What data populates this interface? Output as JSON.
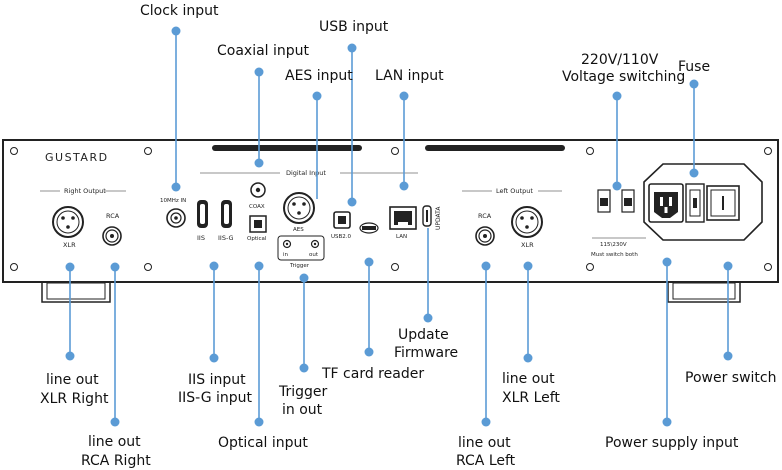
{
  "device": {
    "logo": "GUSTARD",
    "right_output_label": "Right Output",
    "left_output_label": "Left Output",
    "digital_input_label": "Digital Input",
    "xlr_label": "XLR",
    "rca_label": "RCA",
    "clock_port_label": "10MHz IN",
    "iis_port_label": "IIS",
    "iisg_port_label": "IIS-G",
    "coax_port_label": "COAX",
    "optical_port_label": "Optical",
    "aes_port_label": "AES",
    "trigger_in_label": "in",
    "trigger_out_label": "out",
    "trigger_label": "Trigger",
    "usb_port_label": "USB2.0",
    "lan_port_label": "LAN",
    "update_port_label": "UPDATA",
    "voltage_label": "115\\230V",
    "voltage_note": "Must switch both"
  },
  "annotations": {
    "clock_input": "Clock input",
    "coaxial_input": "Coaxial input",
    "usb_input": "USB input",
    "aes_input": "AES input",
    "lan_input": "LAN input",
    "voltage_switching_line1": "220V/110V",
    "voltage_switching_line2": "Voltage switching",
    "fuse": "Fuse",
    "line_out_xlr_right_line1": "line out",
    "line_out_xlr_right_line2": "XLR Right",
    "line_out_rca_right_line1": "line out",
    "line_out_rca_right_line2": "RCA Right",
    "iis_input_line1": "IIS input",
    "iis_input_line2": "IIS-G input",
    "optical_input": "Optical input",
    "trigger_line1": "Trigger",
    "trigger_line2": "in   out",
    "tf_card_reader": "TF card reader",
    "update_firmware_line1": "Update",
    "update_firmware_line2": "Firmware",
    "line_out_rca_left_line1": "line out",
    "line_out_rca_left_line2": "RCA Left",
    "line_out_xlr_left_line1": "line out",
    "line_out_xlr_left_line2": "XLR Left",
    "power_supply_input": "Power supply input",
    "power_switch": "Power switch"
  },
  "colors": {
    "leader": "#5b9bd5",
    "panel_stroke": "#222222"
  }
}
